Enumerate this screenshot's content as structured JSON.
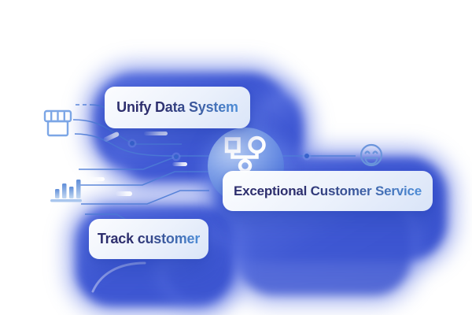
{
  "illustration": {
    "cards": [
      {
        "label": "Unify Data System"
      },
      {
        "label": "Exceptional Customer Service"
      },
      {
        "label": "Track customer"
      }
    ],
    "icons": [
      {
        "name": "storefront-icon"
      },
      {
        "name": "bar-chart-icon"
      },
      {
        "name": "network-hub-icon"
      },
      {
        "name": "smiley-face-icon"
      }
    ],
    "colors": {
      "blob_blue": "#4560d6",
      "line_blue": "#4d7cd6",
      "icon_blue": "#7ca6e6",
      "text_gradient_start": "#2d2e6d",
      "text_gradient_end": "#4e8ed8",
      "card_background": "#f4f8fe"
    }
  }
}
